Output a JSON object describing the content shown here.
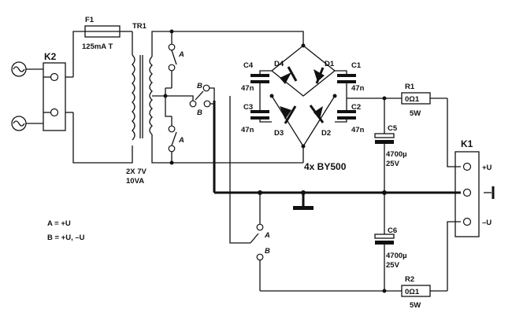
{
  "labels": {
    "fuse_ref": "F1",
    "fuse_value": "125mA T",
    "transformer_ref": "TR1",
    "transformer_rating_1": "2X 7V",
    "transformer_rating_2": "10VA",
    "mains_connector": "K2",
    "output_connector": "K1",
    "switch_pos_a": "A",
    "switch_pos_b": "B",
    "c1_ref": "C1",
    "c2_ref": "C2",
    "c3_ref": "C3",
    "c4_ref": "C4",
    "cap_small_value": "47n",
    "d1_ref": "D1",
    "d2_ref": "D2",
    "d3_ref": "D3",
    "d4_ref": "D4",
    "diodes_note": "4x BY500",
    "c5_ref": "C5",
    "c6_ref": "C6",
    "cap_big_value": "4700µ",
    "cap_big_voltage": "25V",
    "r1_ref": "R1",
    "r2_ref": "R2",
    "r_value": "0Ω1",
    "r_power": "5W",
    "out_plus": "+U",
    "out_minus": "–U",
    "legend_a": "A = +U",
    "legend_b": "B = +U, –U"
  },
  "symbols": {
    "ac_source": "ac-sine-icon",
    "ground": "ground-icon"
  }
}
